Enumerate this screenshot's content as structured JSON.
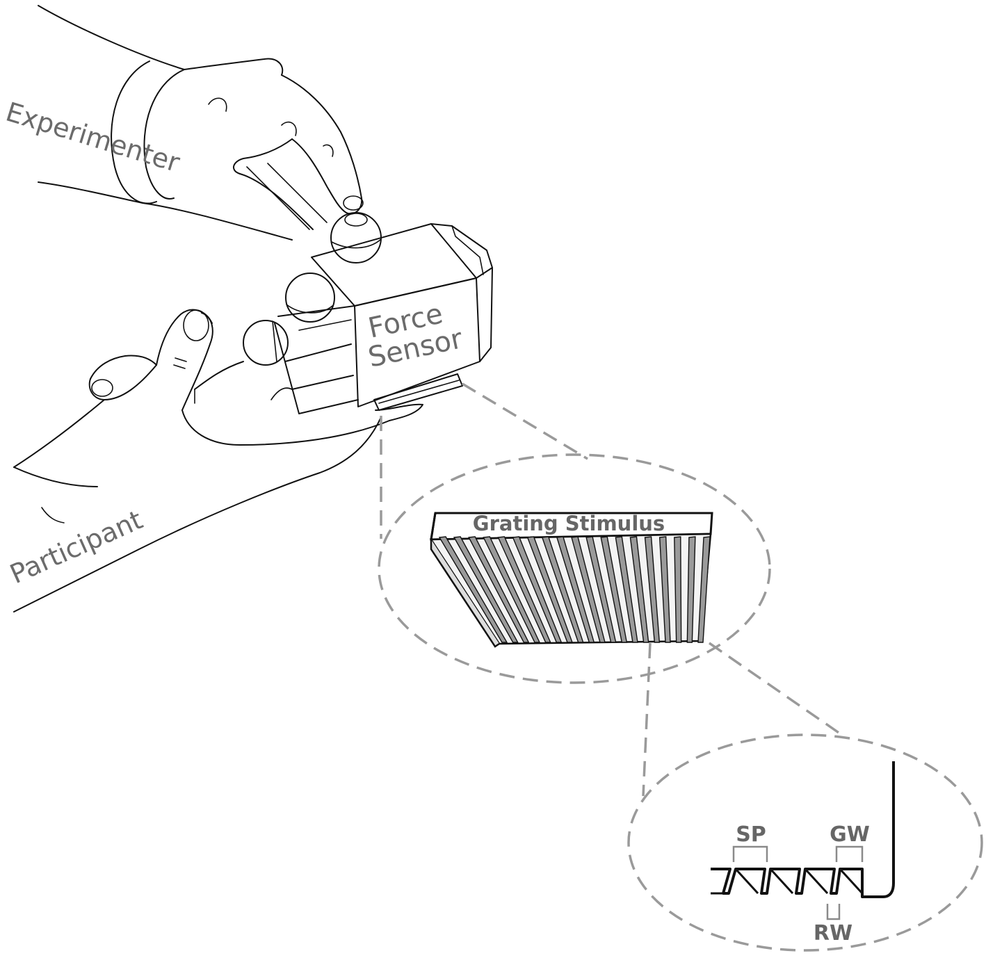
{
  "labels": {
    "experimenter": "Experimenter",
    "participant": "Participant",
    "force_sensor_line1": "Force",
    "force_sensor_line2": "Sensor",
    "grating_stimulus": "Grating Stimulus",
    "sp": "SP",
    "gw": "GW",
    "rw": "RW"
  },
  "colors": {
    "label_gray": "#6b6b6b",
    "dash_gray": "#9a9a9a",
    "ink": "#111111"
  }
}
